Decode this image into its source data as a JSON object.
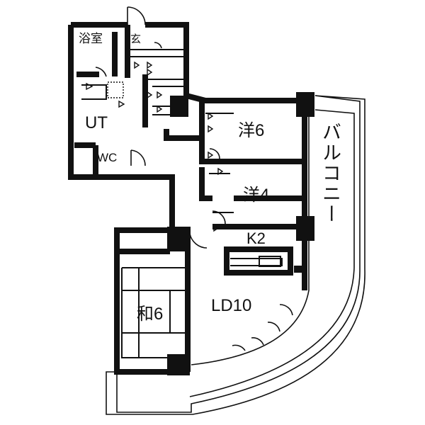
{
  "floor_plan": {
    "rooms": {
      "bath": "浴室",
      "entrance": "玄",
      "utility": "UT",
      "toilet": "WC",
      "western_1": "洋6",
      "western_2": "洋4",
      "kitchen": "K2",
      "japanese": "和6",
      "living": "LD10",
      "balcony": "バルコニー"
    }
  }
}
